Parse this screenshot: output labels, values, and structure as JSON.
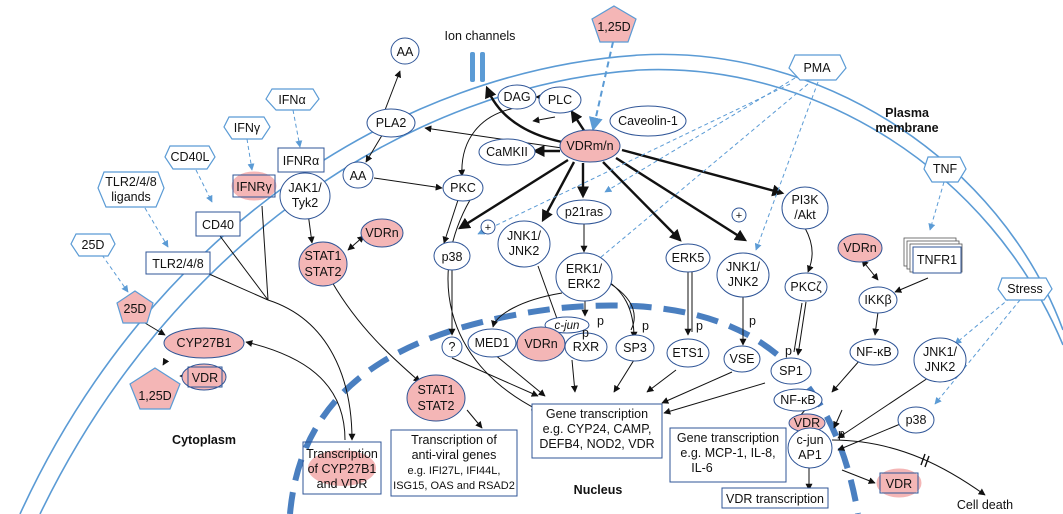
{
  "regions": {
    "plasma_membrane_1": "Plasma",
    "plasma_membrane_2": "membrane",
    "cytoplasm": "Cytoplasm",
    "nucleus": "Nucleus"
  },
  "labels": {
    "ion_channels": "Ion channels",
    "hormone": "1,25D",
    "aa_top": "AA",
    "dag": "DAG",
    "plc": "PLC",
    "caveolin": "Caveolin-1",
    "vdrmn": "VDRm/n",
    "pma": "PMA",
    "pla2": "PLA2",
    "camkii": "CaMKII",
    "aa_mid": "AA",
    "pkc": "PKC",
    "ifna": "IFNα",
    "ifng": "IFNγ",
    "ifnr_a": "IFNRα",
    "ifnr_g": "IFNRγ",
    "cd40l": "CD40L",
    "cd40": "CD40",
    "jak1": "JAK1/",
    "tyk2": "Tyk2",
    "tlr_lig1": "TLR2/4/8",
    "tlr_lig2": "ligands",
    "tlr": "TLR2/4/8",
    "d25_out": "25D",
    "d25_in": "25D",
    "vdrn_stat": "VDRn",
    "stat1": "STAT1",
    "stat2": "STAT2",
    "p38_left": "p38",
    "plus_left": "+",
    "jnk1_left": "JNK1/",
    "jnk2_left": "JNK2",
    "p21ras": "p21ras",
    "erk12_1": "ERK1/",
    "erk12_2": "ERK2",
    "erk5": "ERK5",
    "plus_right": "+",
    "jnk1_mid": "JNK1/",
    "jnk2_mid": "JNK2",
    "pi3k_1": "PI3K",
    "pi3k_2": "/Akt",
    "pkcz": "PKCζ",
    "tnf": "TNF",
    "tnfr1": "TNFR1",
    "vdrn_right": "VDRn",
    "ikkb": "IKKβ",
    "stress": "Stress",
    "nfkb_out": "NF-κB",
    "jnk1_right": "JNK1/",
    "jnk2_right": "JNK2",
    "p38_right": "p38",
    "cyp27b1": "CYP27B1",
    "vdr_cyto": "VDR",
    "d125_cyto": "1,25D",
    "question": "?",
    "med1": "MED1",
    "cjun_top": "c-jun",
    "vdrn_nuc": "VDRn",
    "rxr": "RXR",
    "sp3": "SP3",
    "ets1": "ETS1",
    "vse": "VSE",
    "sp1": "SP1",
    "p1": "p",
    "p2": "p",
    "p3": "p",
    "p4": "p",
    "p5": "p",
    "p6": "p",
    "p7": "p",
    "nfkb_nuc": "NF-κB",
    "vdr_ap1": "VDR",
    "cjun_ap1": "c-jun",
    "ap1": "AP1",
    "vdr_out": "VDR",
    "cell_death": "Cell death",
    "vdr_transcription": "VDR transcription"
  },
  "boxes": {
    "cyp_trans": [
      "Transcription",
      "of CYP27B1",
      "and VDR"
    ],
    "antiviral": [
      "Transcription of",
      "anti-viral genes",
      "e.g. IFI27L, IFI44L,",
      "ISG15, OAS and RSAD2"
    ],
    "gene_main": [
      "Gene transcription",
      "e.g. CYP24, CAMP,",
      "DEFB4, NOD2, VDR"
    ],
    "gene_right": [
      "Gene transcription",
      "e.g. MCP-1, IL-8,",
      "IL-6"
    ]
  },
  "colors": {
    "membrane": "#5b9bd5",
    "nuclear_envelope": "#4a7fc0",
    "highlight": "#f4b6b6",
    "arrow": "#111111",
    "dashed_arrow": "#5b9bd5"
  }
}
